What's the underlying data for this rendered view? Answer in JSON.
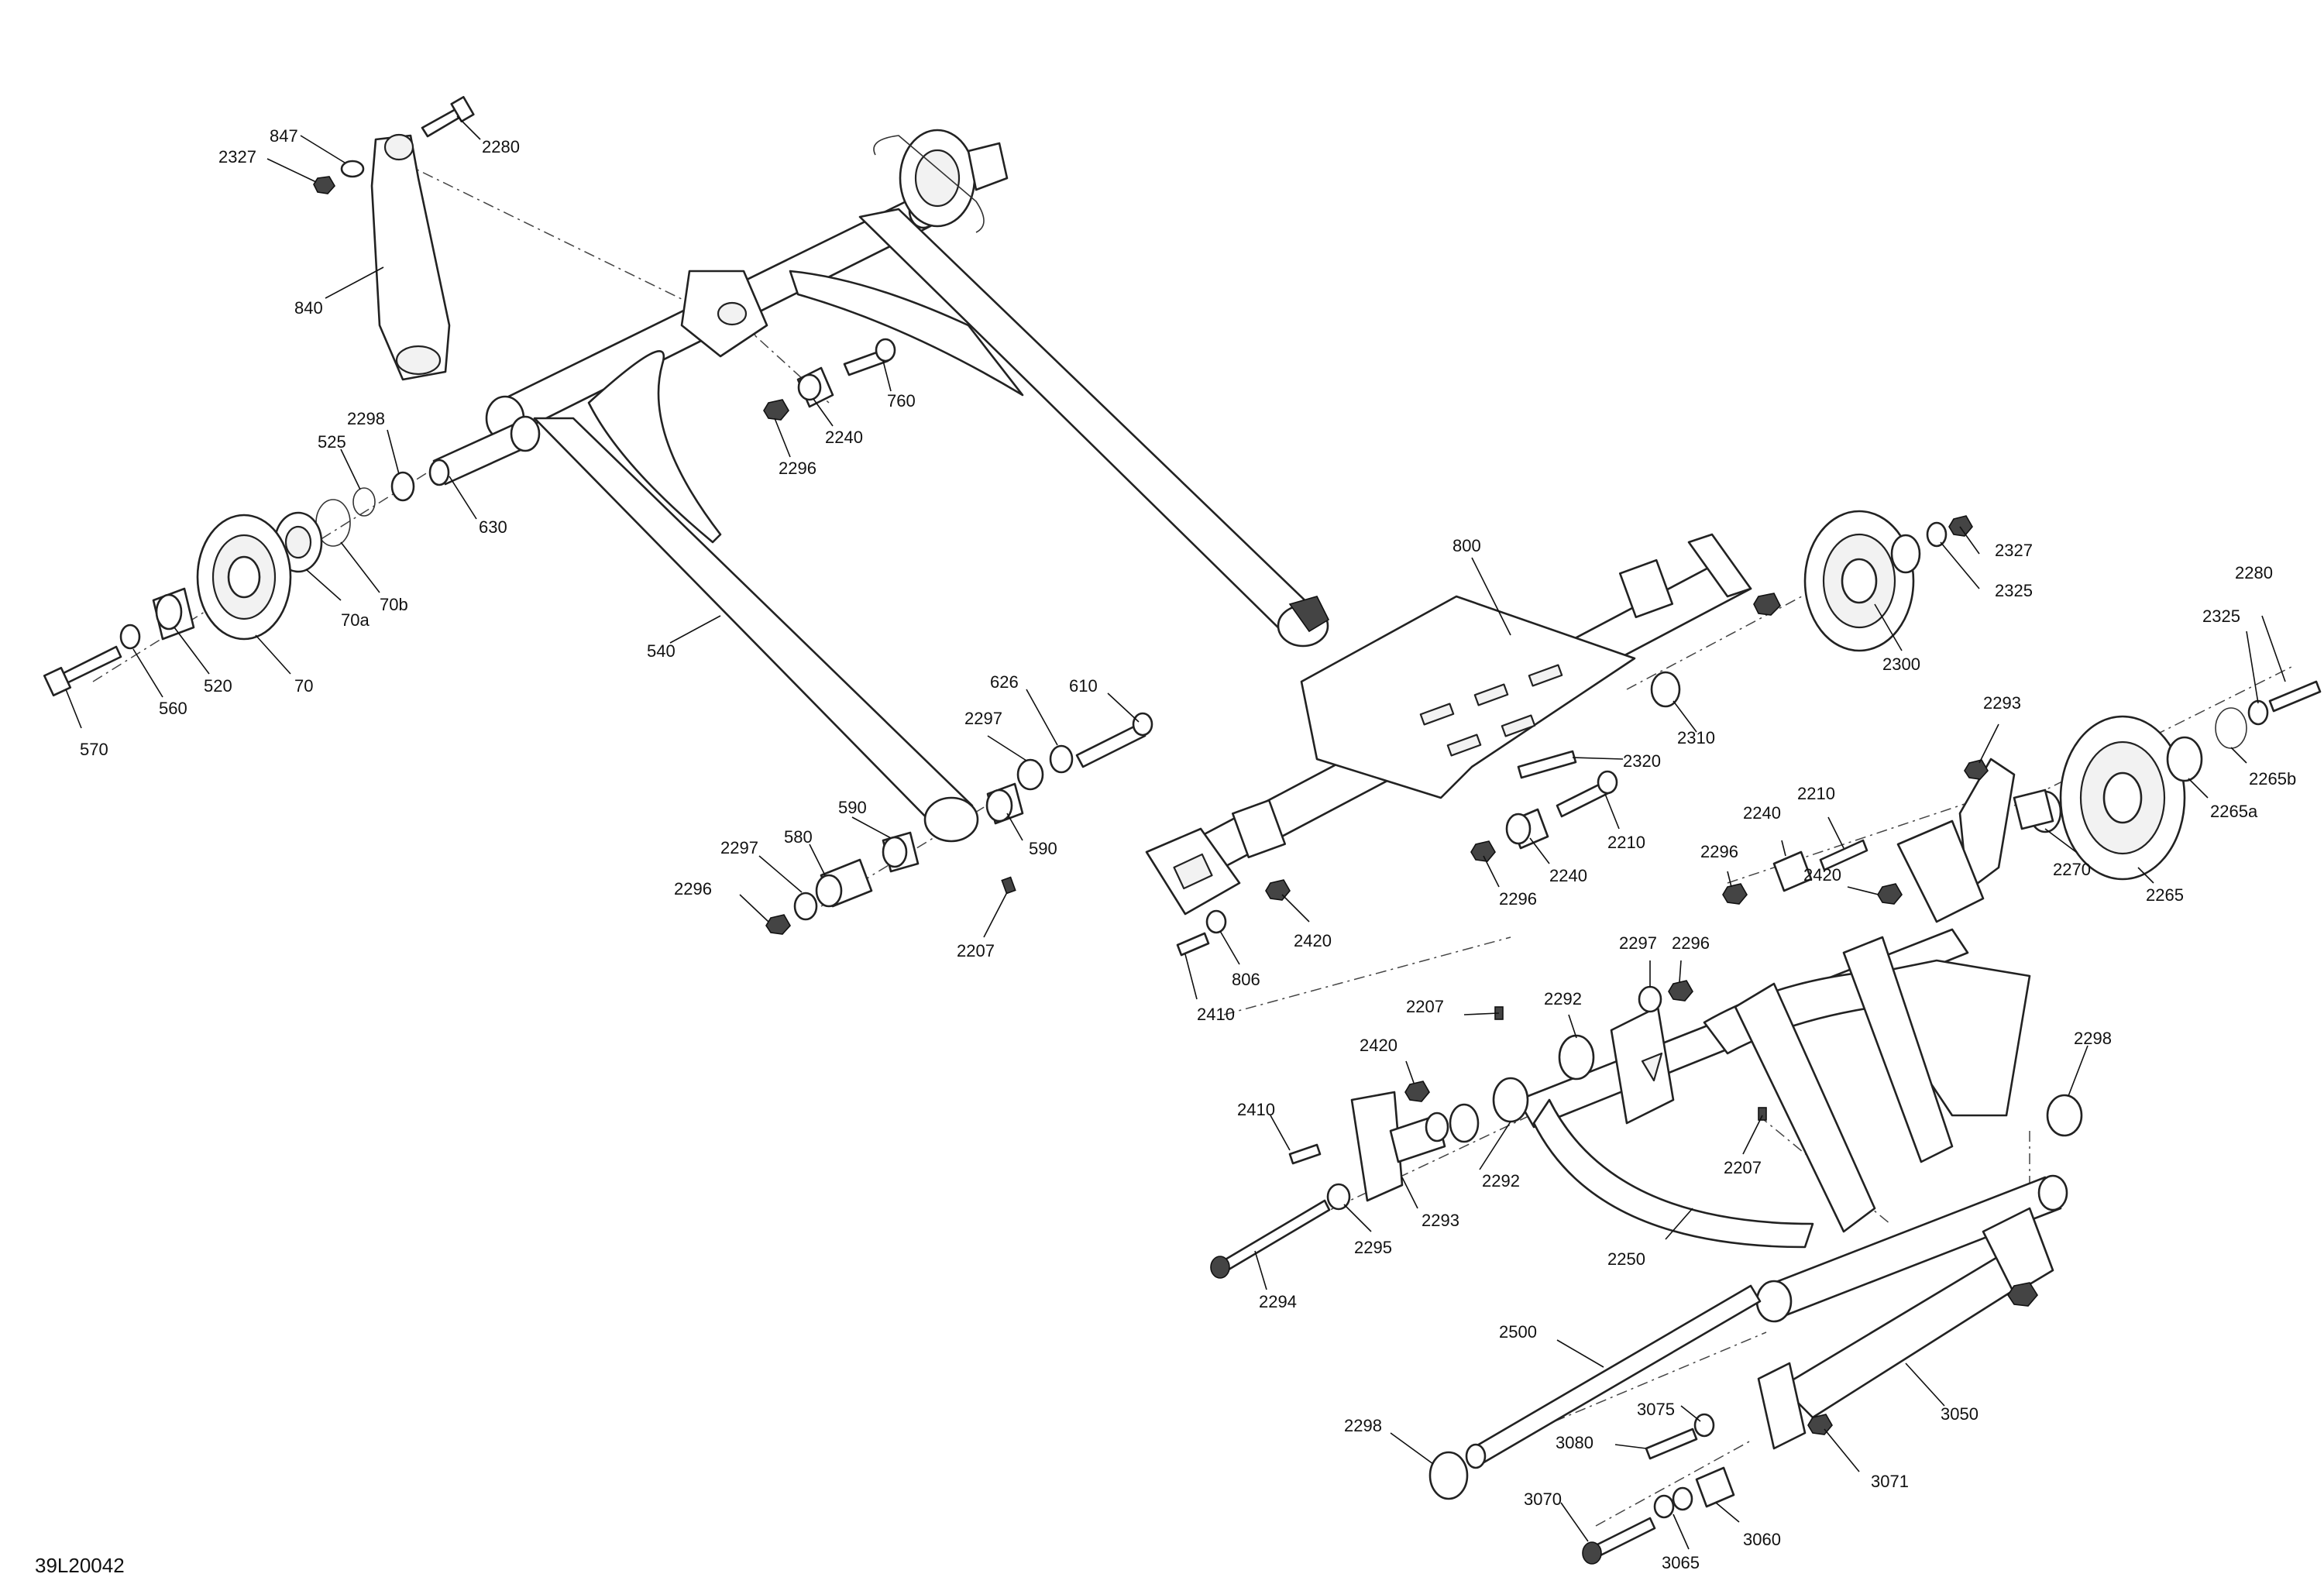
{
  "diagram": {
    "code": "39L20042",
    "labels": [
      {
        "id": "l847",
        "text": "847"
      },
      {
        "id": "l2327a",
        "text": "2327"
      },
      {
        "id": "l2280a",
        "text": "2280"
      },
      {
        "id": "l840",
        "text": "840"
      },
      {
        "id": "l2298a",
        "text": "2298"
      },
      {
        "id": "l525",
        "text": "525"
      },
      {
        "id": "l630",
        "text": "630"
      },
      {
        "id": "l70a",
        "text": "70a"
      },
      {
        "id": "l70b",
        "text": "70b"
      },
      {
        "id": "l570",
        "text": "570"
      },
      {
        "id": "l560",
        "text": "560"
      },
      {
        "id": "l520",
        "text": "520"
      },
      {
        "id": "l70",
        "text": "70"
      },
      {
        "id": "l540",
        "text": "540"
      },
      {
        "id": "l2240a",
        "text": "2240"
      },
      {
        "id": "l2296a",
        "text": "2296"
      },
      {
        "id": "l760",
        "text": "760"
      },
      {
        "id": "l626",
        "text": "626"
      },
      {
        "id": "l610",
        "text": "610"
      },
      {
        "id": "l2297a",
        "text": "2297"
      },
      {
        "id": "l590a",
        "text": "590"
      },
      {
        "id": "l590b",
        "text": "590"
      },
      {
        "id": "l580",
        "text": "580"
      },
      {
        "id": "l2297b",
        "text": "2297"
      },
      {
        "id": "l2296b",
        "text": "2296"
      },
      {
        "id": "l2207a",
        "text": "2207"
      },
      {
        "id": "l800",
        "text": "800"
      },
      {
        "id": "l2327b",
        "text": "2327"
      },
      {
        "id": "l2325a",
        "text": "2325"
      },
      {
        "id": "l2300",
        "text": "2300"
      },
      {
        "id": "l2310",
        "text": "2310"
      },
      {
        "id": "l2320",
        "text": "2320"
      },
      {
        "id": "l2210a",
        "text": "2210"
      },
      {
        "id": "l2240b",
        "text": "2240"
      },
      {
        "id": "l2296c",
        "text": "2296"
      },
      {
        "id": "l2420a",
        "text": "2420"
      },
      {
        "id": "l806",
        "text": "806"
      },
      {
        "id": "l2410a",
        "text": "2410"
      },
      {
        "id": "l2280b",
        "text": "2280"
      },
      {
        "id": "l2325b",
        "text": "2325"
      },
      {
        "id": "l2265b",
        "text": "2265b"
      },
      {
        "id": "l2265a",
        "text": "2265a"
      },
      {
        "id": "l2265",
        "text": "2265"
      },
      {
        "id": "l2270",
        "text": "2270"
      },
      {
        "id": "l2293a",
        "text": "2293"
      },
      {
        "id": "l2210b",
        "text": "2210"
      },
      {
        "id": "l2240c",
        "text": "2240"
      },
      {
        "id": "l2296d",
        "text": "2296"
      },
      {
        "id": "l2420b",
        "text": "2420"
      },
      {
        "id": "l2297c",
        "text": "2297"
      },
      {
        "id": "l2296e",
        "text": "2296"
      },
      {
        "id": "l2207b",
        "text": "2207"
      },
      {
        "id": "l2292a",
        "text": "2292"
      },
      {
        "id": "l2420c",
        "text": "2420"
      },
      {
        "id": "l2410b",
        "text": "2410"
      },
      {
        "id": "l2292b",
        "text": "2292"
      },
      {
        "id": "l2293b",
        "text": "2293"
      },
      {
        "id": "l2295",
        "text": "2295"
      },
      {
        "id": "l2294",
        "text": "2294"
      },
      {
        "id": "l2207c",
        "text": "2207"
      },
      {
        "id": "l2250",
        "text": "2250"
      },
      {
        "id": "l2298b",
        "text": "2298"
      },
      {
        "id": "l2500",
        "text": "2500"
      },
      {
        "id": "l3050",
        "text": "3050"
      },
      {
        "id": "l3075",
        "text": "3075"
      },
      {
        "id": "l2298c",
        "text": "2298"
      },
      {
        "id": "l3080",
        "text": "3080"
      },
      {
        "id": "l3071",
        "text": "3071"
      },
      {
        "id": "l3070",
        "text": "3070"
      },
      {
        "id": "l3060",
        "text": "3060"
      },
      {
        "id": "l3065",
        "text": "3065"
      }
    ]
  }
}
